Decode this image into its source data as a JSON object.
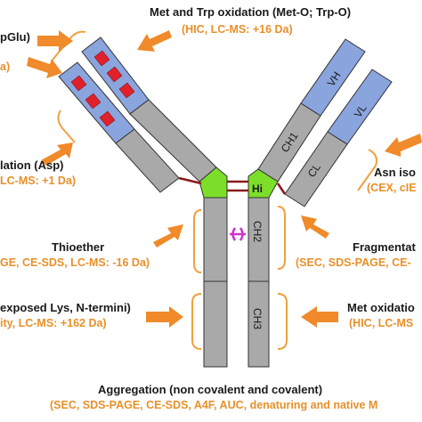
{
  "labels": {
    "pyroglu_title": "pGlu)",
    "pyroglu_method": "a)",
    "met_trp_title": "Met and Trp oxidation (Met-O; Trp-O)",
    "met_trp_method": "(HIC, LC-MS: +16 Da)",
    "asp_title": "lation (Asp)",
    "asp_method": "LC-MS: +1 Da)",
    "asn_title": "Asn iso",
    "asn_method": "(CEX, cIE",
    "thioether_title": "Thioether",
    "thioether_method": "GE, CE-SDS, LC-MS: -16 Da)",
    "fragment_title": "Fragmentat",
    "fragment_method": "(SEC, SDS-PAGE, CE-",
    "glycation_title": "exposed Lys, N-termini)",
    "glycation_method": "ity, LC-MS: +162 Da)",
    "metox_title": "Met oxidatio",
    "metox_method": "(HIC, LC-MS",
    "aggregation_title": "Aggregation (non covalent and covalent)",
    "aggregation_method": "(SEC, SDS-PAGE, CE-SDS, A4F, AUC, denaturing and native M"
  },
  "domains": {
    "vh": "VH",
    "vl": "VL",
    "ch1": "CH1",
    "cl": "CL",
    "hinge": "Hi",
    "ch2": "CH2",
    "ch3": "CH3"
  },
  "colors": {
    "variable": "#8aa4de",
    "constant": "#a9a9a9",
    "hinge": "#7dde2a",
    "cdr": "#e0202a",
    "disulfide": "#8b1a1a",
    "arrow": "#f08a2a",
    "bracket": "#f0a040",
    "thioether_mark": "#cc33cc"
  }
}
